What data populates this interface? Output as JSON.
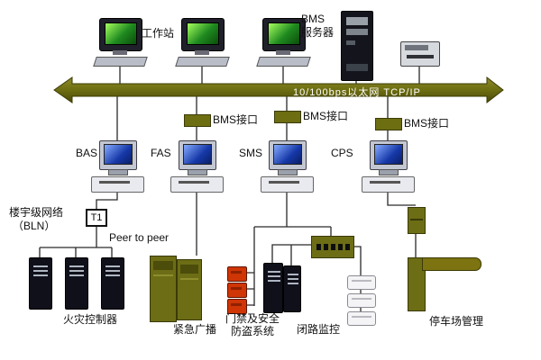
{
  "labels": {
    "workstation": "工作站",
    "bms_server_1": "BMS",
    "bms_server_2": "服务器",
    "backbone": "10/100bps以太网  TCP/IP",
    "bms_interface": "BMS接口",
    "bas": "BAS",
    "fas": "FAS",
    "sms": "SMS",
    "cps": "CPS",
    "bln_1": "楼宇级网络",
    "bln_2": "（BLN）",
    "t1": "T1",
    "peer_to_peer": "Peer to peer",
    "fire_controller": "火灾控制器",
    "emergency_broadcast": "紧急广播",
    "access_1": "门禁及安全",
    "access_2": "防盗系统",
    "cctv": "闭路监控",
    "parking": "停车场管理"
  },
  "colors": {
    "olive": "#6d6d12",
    "red_device": "#cf3505",
    "dark_cabinet": "#10101a",
    "line": "#2a2a2a",
    "screen_green": "#1f8a1f",
    "screen_blue": "#1638a8"
  }
}
